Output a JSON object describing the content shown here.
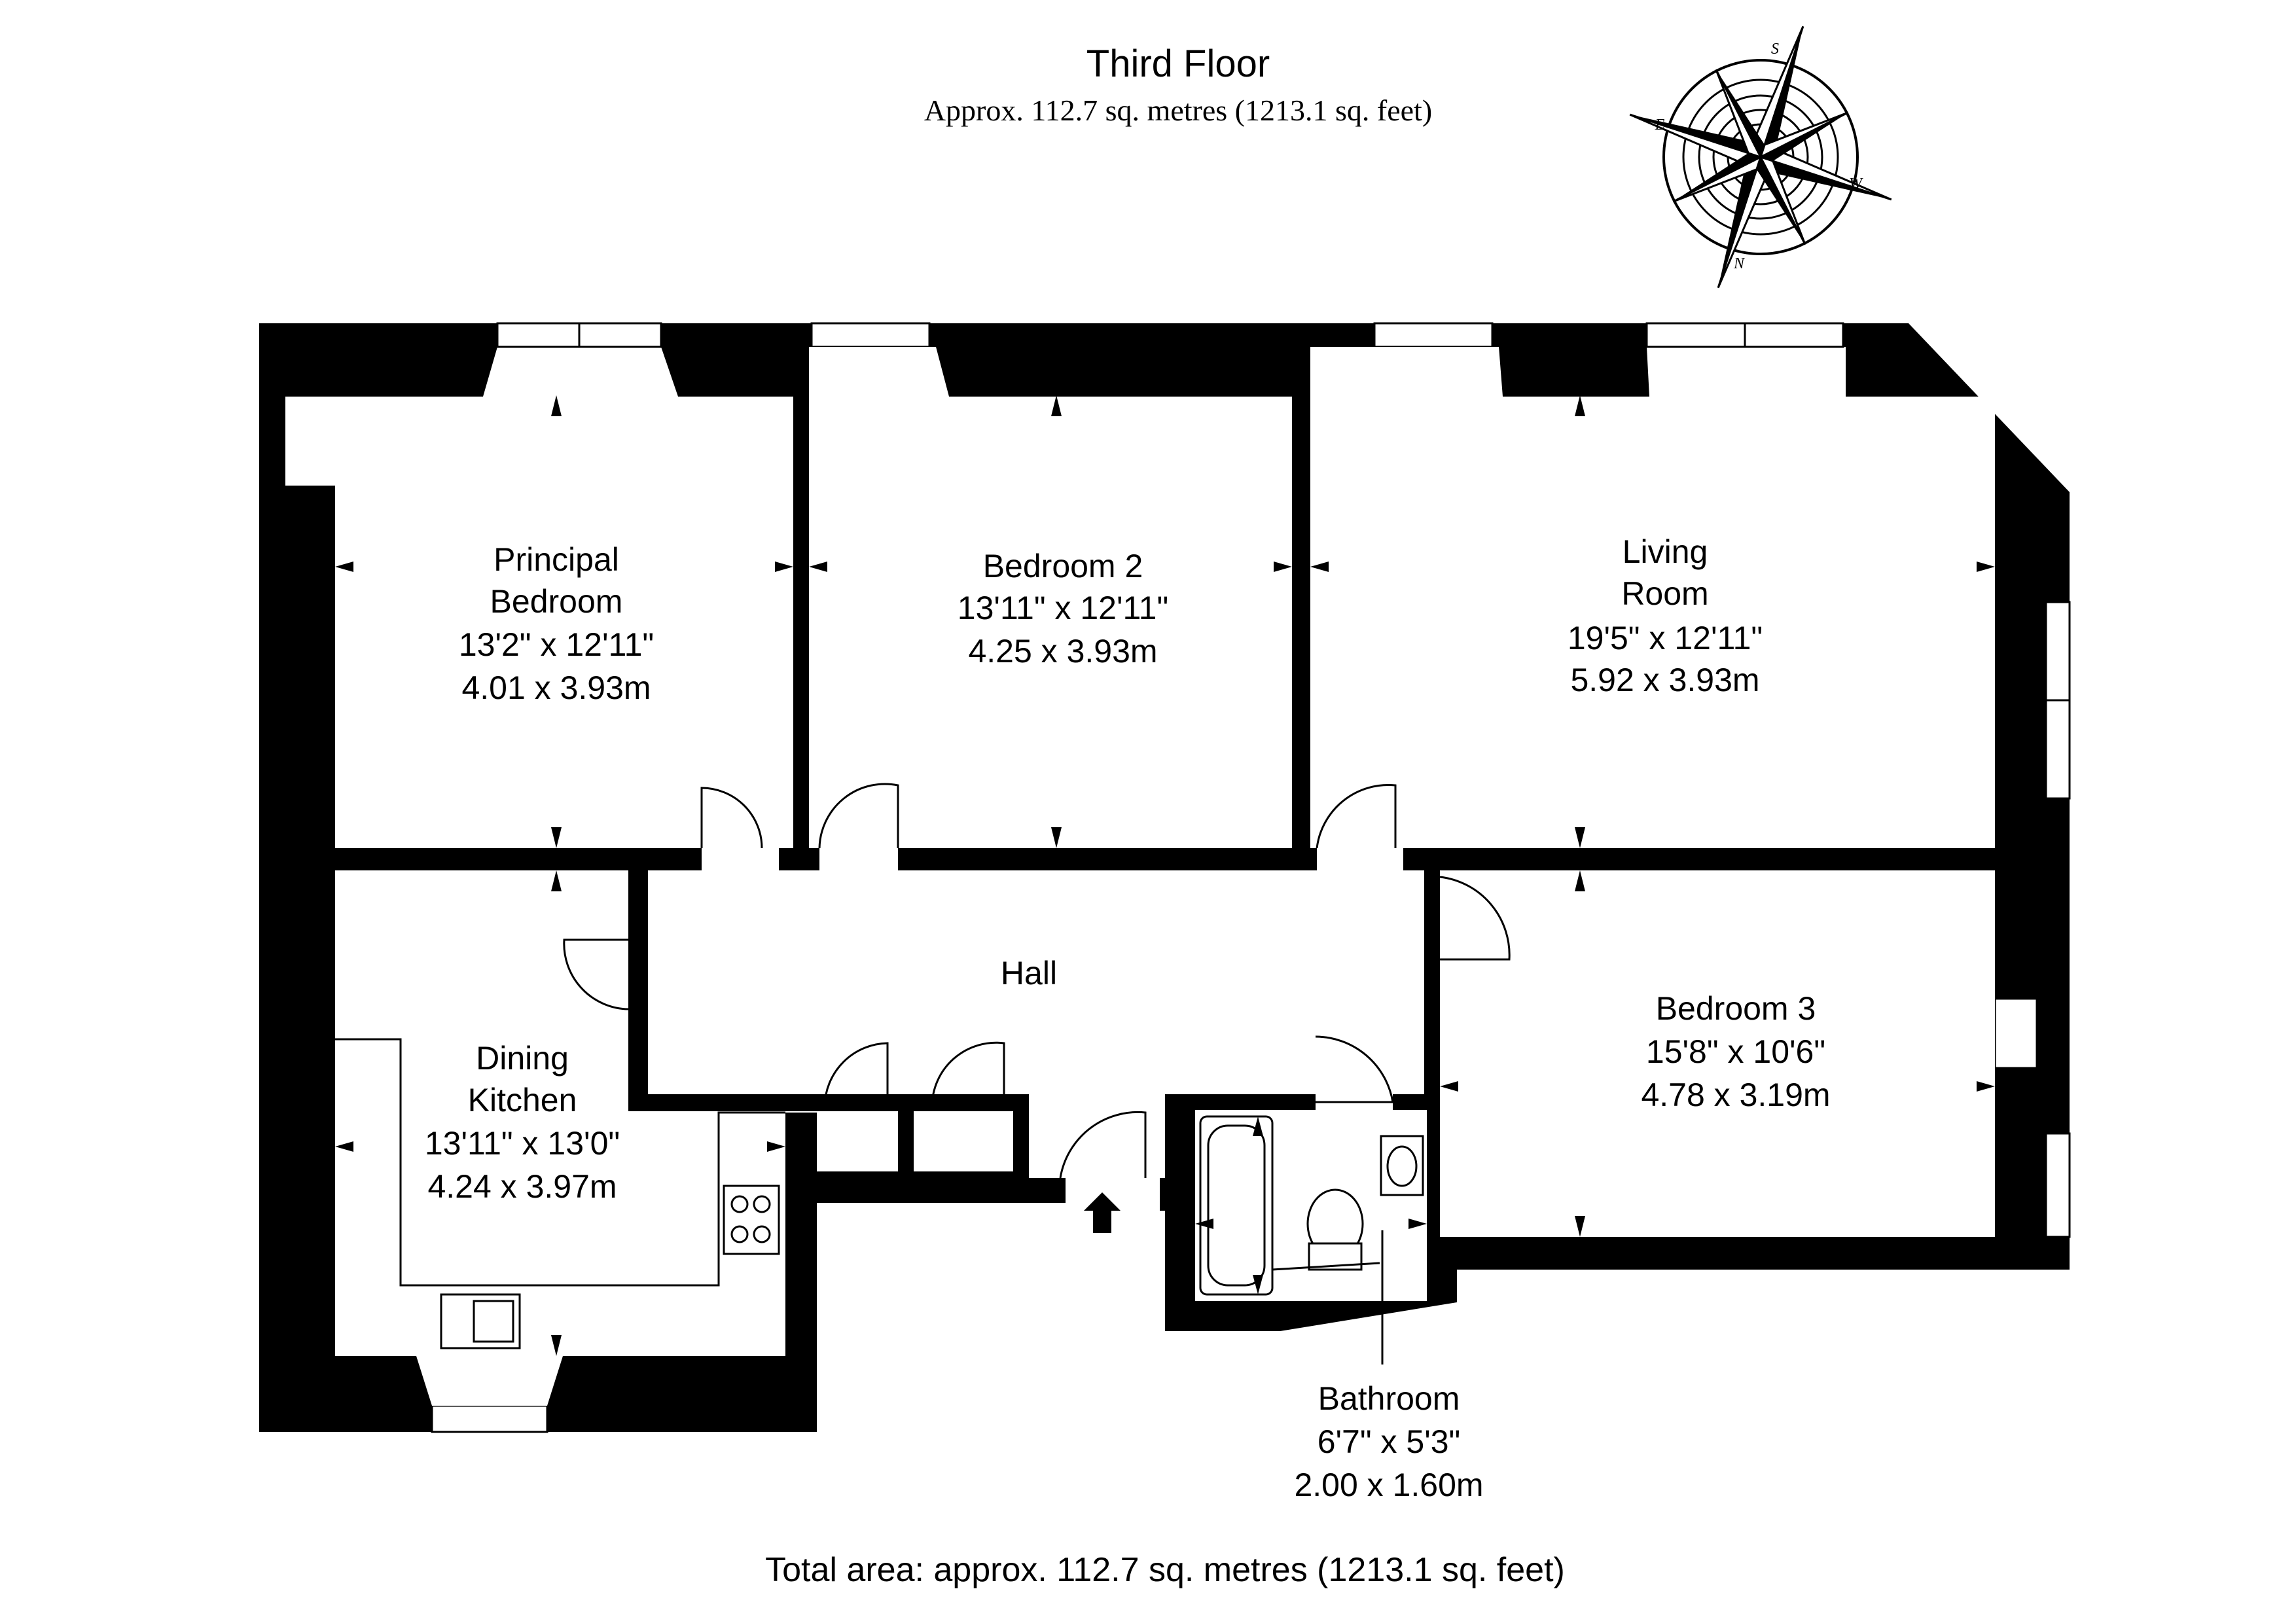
{
  "header": {
    "title": "Third Floor",
    "subtitle": "Approx. 112.7 sq. metres (1213.1 sq. feet)"
  },
  "compass": {
    "icon": "compass-rose-icon",
    "points": [
      "S",
      "W",
      "N",
      "E"
    ]
  },
  "rooms": {
    "principal_bedroom": {
      "name1": "Principal",
      "name2": "Bedroom",
      "imperial": "13'2\" x 12'11\"",
      "metric": "4.01 x 3.93m"
    },
    "bedroom2": {
      "name": "Bedroom 2",
      "imperial": "13'11\" x 12'11\"",
      "metric": "4.25 x 3.93m"
    },
    "living_room": {
      "name1": "Living",
      "name2": "Room",
      "imperial": "19'5\" x 12'11\"",
      "metric": "5.92 x 3.93m"
    },
    "hall": {
      "name": "Hall"
    },
    "bedroom3": {
      "name": "Bedroom 3",
      "imperial": "15'8\" x 10'6\"",
      "metric": "4.78 x 3.19m"
    },
    "dining_kitchen": {
      "name1": "Dining",
      "name2": "Kitchen",
      "imperial": "13'11\" x 13'0\"",
      "metric": "4.24 x 3.97m"
    },
    "bathroom": {
      "name": "Bathroom",
      "imperial": "6'7\" x 5'3\"",
      "metric": "2.00 x 1.60m"
    }
  },
  "footer": {
    "total": "Total area: approx. 112.7 sq. metres (1213.1 sq. feet)"
  },
  "colors": {
    "wall": "#000000",
    "background": "#ffffff"
  }
}
